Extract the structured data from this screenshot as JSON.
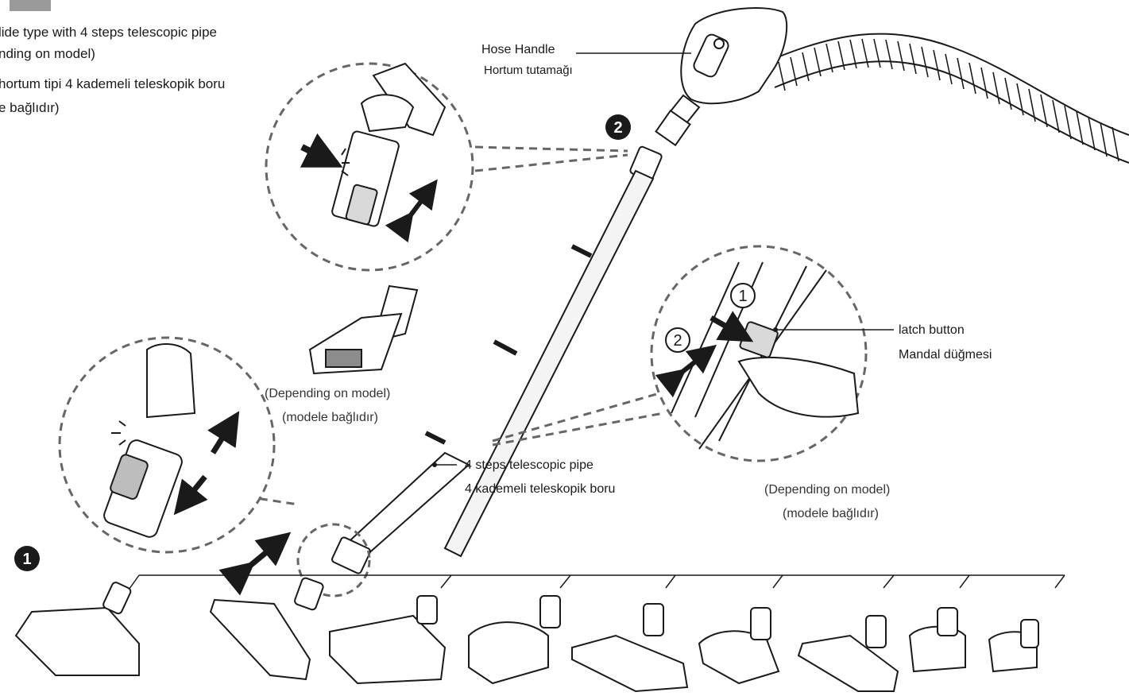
{
  "intro": {
    "line1": "lide type with 4 steps telescopic pipe",
    "line2": "nding on model)",
    "line3": "hortum tipi 4 kademeli teleskopik boru",
    "line4": "e bağlıdır)"
  },
  "hose_handle": {
    "en": "Hose Handle",
    "tr": "Hortum tutamağı"
  },
  "telescopic_pipe": {
    "en": "4 steps telescopic pipe",
    "tr": "4 kademeli teleskopik boru"
  },
  "latch_button": {
    "en": "latch button",
    "tr": "Mandal düğmesi"
  },
  "crevice_note": {
    "en": "(Depending on model)",
    "tr": "(modele bağlıdır)"
  },
  "latch_note": {
    "en": "(Depending on model)",
    "tr": "(modele bağlıdır)"
  },
  "step_markers": {
    "one": "1",
    "two": "2"
  },
  "detail_markers": {
    "one": "1",
    "two": "2"
  },
  "nozzle_count": 9,
  "colors": {
    "ink": "#1a1a1a",
    "dash": "#666666",
    "fill_light": "#f4f4f4",
    "fill_mid": "#d9d9d9"
  }
}
